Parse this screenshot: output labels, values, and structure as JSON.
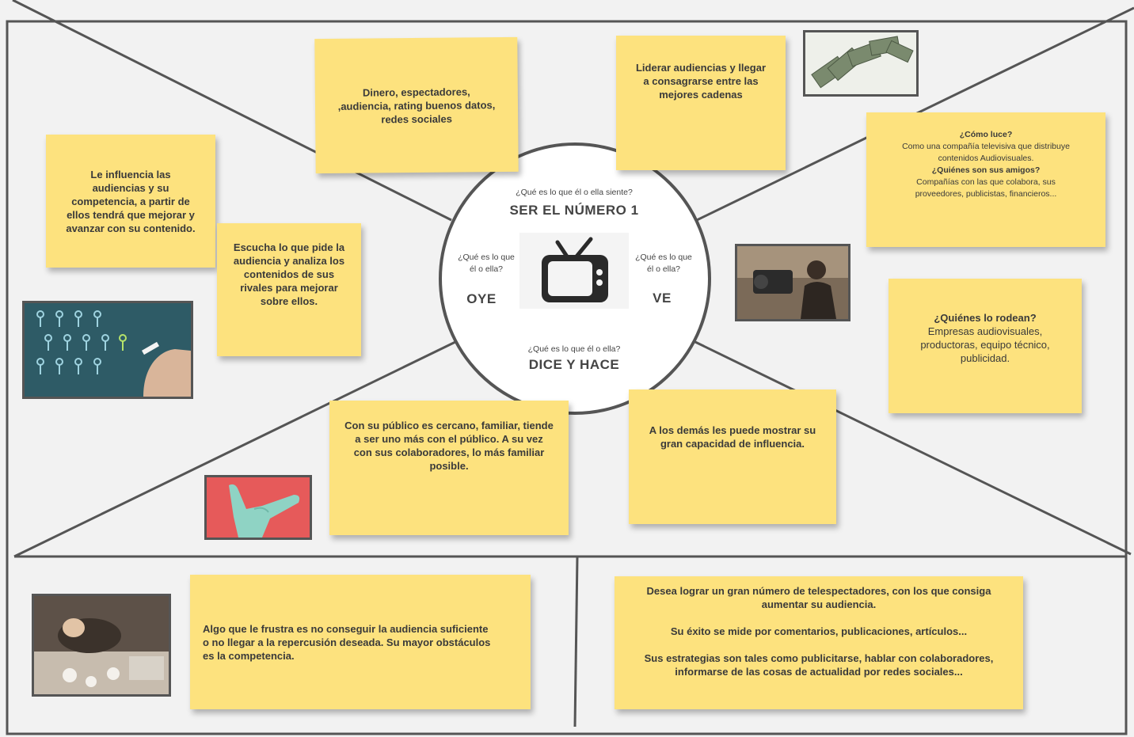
{
  "center": {
    "feels_question": "¿Qué es lo que él o ella siente?",
    "feels_label": "SER EL NÚMERO 1",
    "hears_question": "¿Qué es lo que\nél o ella?",
    "hears_label": "OYE",
    "sees_question": "¿Qué es lo que\nél o ella?",
    "sees_label": "VE",
    "says_question": "¿Qué es lo que él o ella?",
    "says_label": "DICE Y HACE",
    "icon": "tv-icon"
  },
  "notes": {
    "money": "Dinero, espectadores,\n,audiencia, rating buenos datos,\nredes sociales",
    "lead": "Liderar audiencias y llegar\na consagrarse entre las\nmejores cadenas",
    "influence": "Le influencia las\naudiencias y su\ncompetencia, a partir de\nellos tendrá que mejorar y\navanzar con su contenido.",
    "listen": "Escucha lo que pide la\naudiencia y analiza los\ncontenidos de sus\nrivales para mejorar\nsobre ellos.",
    "looks_q": "¿Cómo luce?",
    "looks_a": "Como una compañía televisiva que distribuye\ncontenidos Audiovisuales.",
    "friends_q": "¿Quiénes son sus amigos?",
    "friends_a": "Compañías con las que colabora, sus\nproveedores, publicistas, financieros...",
    "surround_q": "¿Quiénes lo rodean?",
    "surround_a": "Empresas audiovisuales,\nproductoras, equipo técnico,\npublicidad.",
    "public": "Con su público es cercano, familiar, tiende\na ser uno más con el  público. A su vez\ncon sus colaboradores, lo más familiar\nposible.",
    "others": "A los demás les puede mostrar su\ngran capacidad de influencia.",
    "frustration": "Algo que le frustra es no conseguir la audiencia suficiente\no no llegar a la repercusión deseada. Su mayor obstáculos\nes la competencia.",
    "goals": "Desea lograr un gran número de telespectadores, con los que consiga\naumentar su audiencia.\n\nSu éxito se mide por comentarios, publicaciones, artículos...\n\nSus estrategias son tales como publicitarse, hablar con colaboradores,\ninformarse de las cosas de actualidad por redes sociales..."
  },
  "photos": [
    "money-photo",
    "crowd-photo",
    "camera-photo",
    "hand-gesture-photo",
    "frustrated-person-photo"
  ],
  "colors": {
    "note": "#fde27e",
    "line": "#555555",
    "background": "#f2f2f2"
  }
}
